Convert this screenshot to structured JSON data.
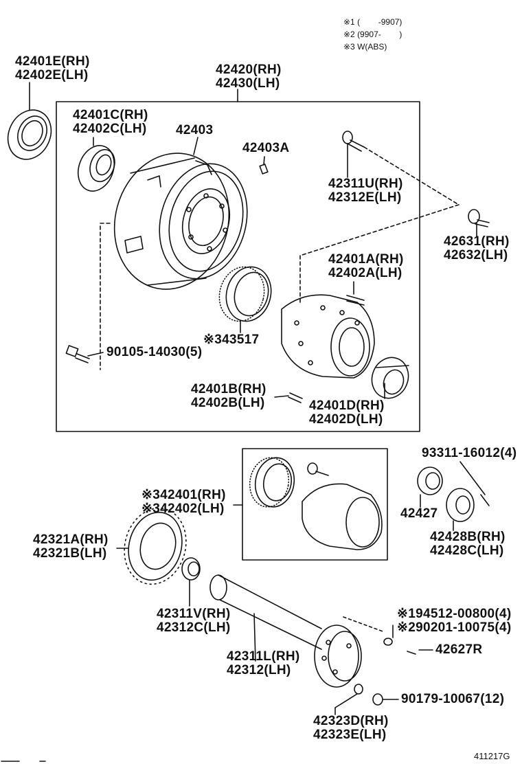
{
  "notes": [
    "※1 (        -9907)",
    "※2 (9907-        )",
    "※3 W(ABS)"
  ],
  "labels": {
    "l42401E": [
      "42401E(RH)",
      "42402E(LH)"
    ],
    "l42420": [
      "42420(RH)",
      "42430(LH)"
    ],
    "l42401C": [
      "42401C(RH)",
      "42402C(LH)"
    ],
    "l42403": [
      "42403"
    ],
    "l42403A": [
      "42403A"
    ],
    "l42311U": [
      "42311U(RH)",
      "42312E(LH)"
    ],
    "l42631": [
      "42631(RH)",
      "42632(LH)"
    ],
    "l42401A": [
      "42401A(RH)",
      "42402A(LH)"
    ],
    "l43517": [
      "※343517"
    ],
    "l90105": [
      "90105-14030(5)"
    ],
    "l42401B": [
      "42401B(RH)",
      "42402B(LH)"
    ],
    "l42401D": [
      "42401D(RH)",
      "42402D(LH)"
    ],
    "l93311": [
      "93311-16012(4)"
    ],
    "l42401": [
      "※342401(RH)",
      "※342402(LH)"
    ],
    "l42427": [
      "42427"
    ],
    "l42428B": [
      "42428B(RH)",
      "42428C(LH)"
    ],
    "l42321A": [
      "42321A(RH)",
      "42321B(LH)"
    ],
    "l42311V": [
      "42311V(RH)",
      "42312C(LH)"
    ],
    "l94512": [
      "※194512-00800(4)",
      "※290201-10075(4)"
    ],
    "l42627R": [
      "42627R"
    ],
    "l42311L": [
      "42311L(RH)",
      "42312(LH)"
    ],
    "l90179": [
      "90179-10067(12)"
    ],
    "l42323D": [
      "42323D(RH)",
      "42323E(LH)"
    ]
  },
  "figure_id": "411217G"
}
